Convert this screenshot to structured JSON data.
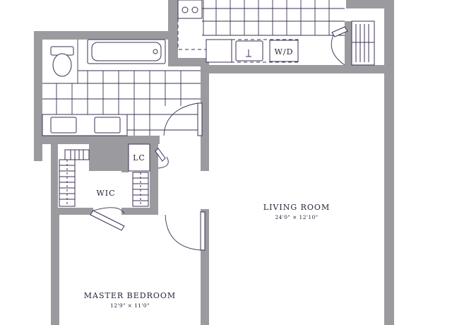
{
  "rooms": {
    "living_room": {
      "name": "LIVING ROOM",
      "dims": "24'0\" × 12'10\""
    },
    "master_bedroom": {
      "name": "MASTER BEDROOM",
      "dims": "12'9\" × 11'0\""
    },
    "walk_in_closet": {
      "name": "WIC"
    },
    "linen_closet": {
      "name": "LC"
    },
    "washer_dryer": {
      "name": "W/D"
    }
  },
  "colors": {
    "wall": "#9b9a9f",
    "line": "#3d2f55",
    "text": "#2a2238"
  }
}
